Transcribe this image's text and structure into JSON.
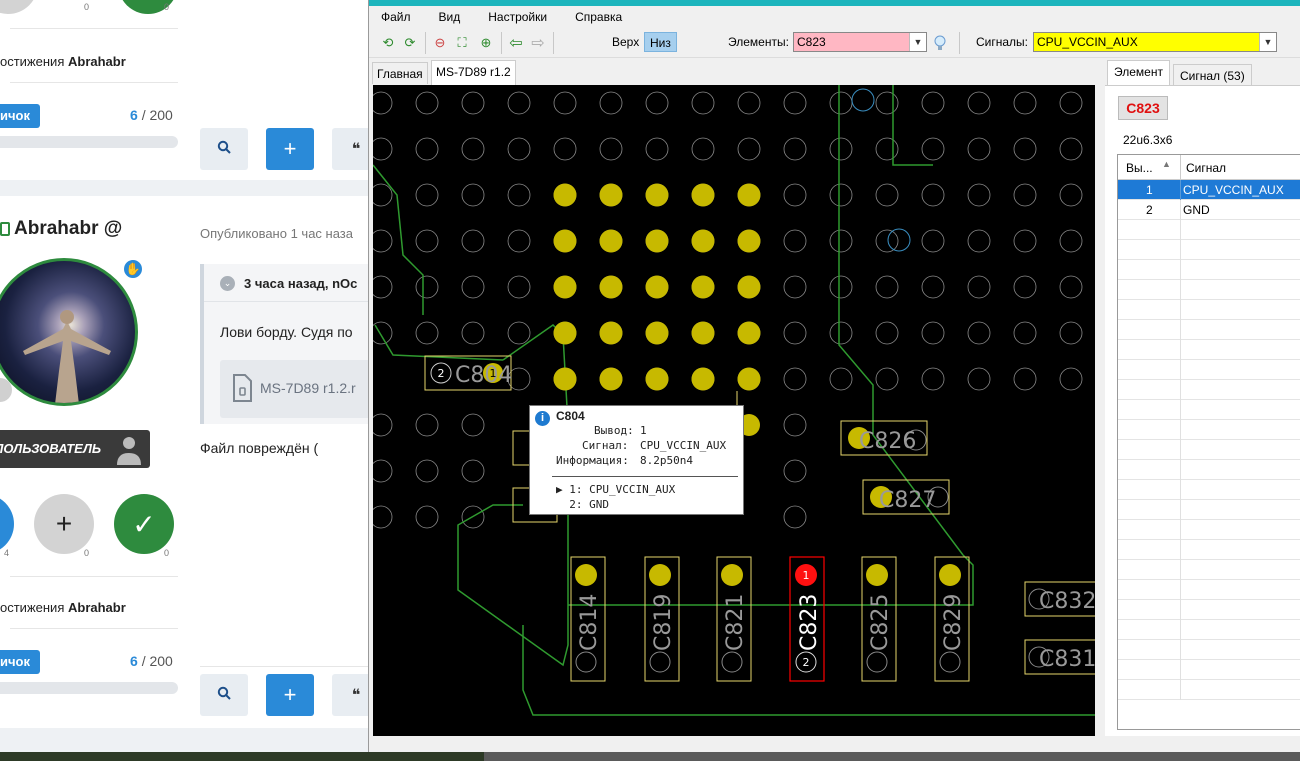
{
  "forum": {
    "top_card": {
      "reactions": [
        {
          "count": "0"
        },
        {
          "count": "0"
        }
      ],
      "achievements_label": "остижения",
      "user": "Abrahabr",
      "rank": "ичок",
      "points_current": "6",
      "points_total": "/ 200"
    },
    "post": {
      "author": "Abrahabr",
      "author_suffix": "@",
      "published": "Опубликовано 1 час наза",
      "quote_header": "3 часа назад, nOc",
      "quote_text": "Лови борду. Судя по",
      "attachment_name": "MS-7D89 r1.2.r",
      "role_badge": "ПОЛЬЗОВАТЕЛЬ",
      "reply_text": "Файл повреждён (",
      "reactions": [
        {
          "icon": "",
          "count": "4"
        },
        {
          "icon": "+",
          "count": "0"
        },
        {
          "icon": "✓",
          "count": "0"
        }
      ],
      "achievements_label": "остижения",
      "user": "Abrahabr",
      "rank": "ичок",
      "points_current": "6",
      "points_total": "/ 200"
    },
    "action_buttons": {
      "search": "🔍",
      "add": "+",
      "quote": "❝"
    }
  },
  "app": {
    "menu": [
      "Файл",
      "Вид",
      "Настройки",
      "Справка"
    ],
    "toolbar": {
      "side_top": "Верх",
      "side_bottom": "Низ",
      "elements_label": "Элементы:",
      "elements_value": "C823",
      "signals_label": "Сигналы:",
      "signals_value": "CPU_VCCIN_AUX"
    },
    "tabs": [
      "Главная",
      "MS-7D89 r1.2"
    ],
    "tooltip": {
      "title": "C804",
      "pin_label": "Вывод:",
      "pin_value": "1",
      "signal_label": "Сигнал:",
      "signal_value": "CPU_VCCIN_AUX",
      "info_label": "Информация:",
      "info_value": "8.2p50n4",
      "pins": [
        "▶ 1: CPU_VCCIN_AUX",
        "  2: GND"
      ]
    },
    "board_labels": {
      "c804": "C804",
      "c826": "C826",
      "c827": "C827",
      "c814": "C814",
      "c819": "C819",
      "c821": "C821",
      "c823": "C823",
      "c825": "C825",
      "c829": "C829",
      "c832": "C832",
      "c831": "C831",
      "pin1": "1",
      "pin2": "2"
    },
    "panel": {
      "tabs": [
        "Элемент",
        "Сигнал (53)"
      ],
      "element_name": "C823",
      "element_info": "22u6.3x6",
      "columns": [
        "Вы...",
        "Сигнал"
      ],
      "rows": [
        {
          "pin": "1",
          "signal": "CPU_VCCIN_AUX"
        },
        {
          "pin": "2",
          "signal": "GND"
        }
      ]
    },
    "colors": {
      "accent": "#1cb5bd",
      "pad": "#c7b900",
      "highlight": "#ff0000",
      "trace": "#2f9a2f",
      "select": "#1e7ad6"
    }
  }
}
